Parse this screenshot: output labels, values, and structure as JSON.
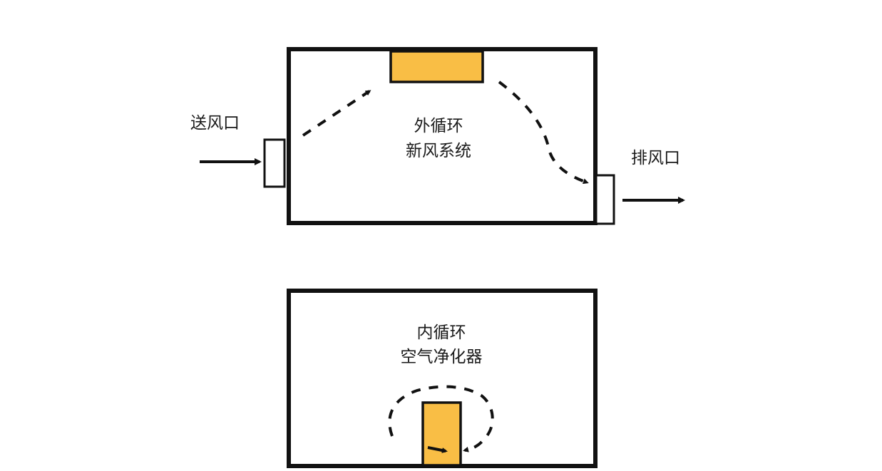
{
  "outer_system": {
    "title_line1": "外循环",
    "title_line2": "新风系统",
    "supply_label": "送风口",
    "exhaust_label": "排风口"
  },
  "inner_system": {
    "title_line1": "内循环",
    "title_line2": "空气净化器"
  },
  "colors": {
    "unit_fill": "#F9BE45",
    "stroke": "#111111",
    "background": "#FFFFFF"
  }
}
